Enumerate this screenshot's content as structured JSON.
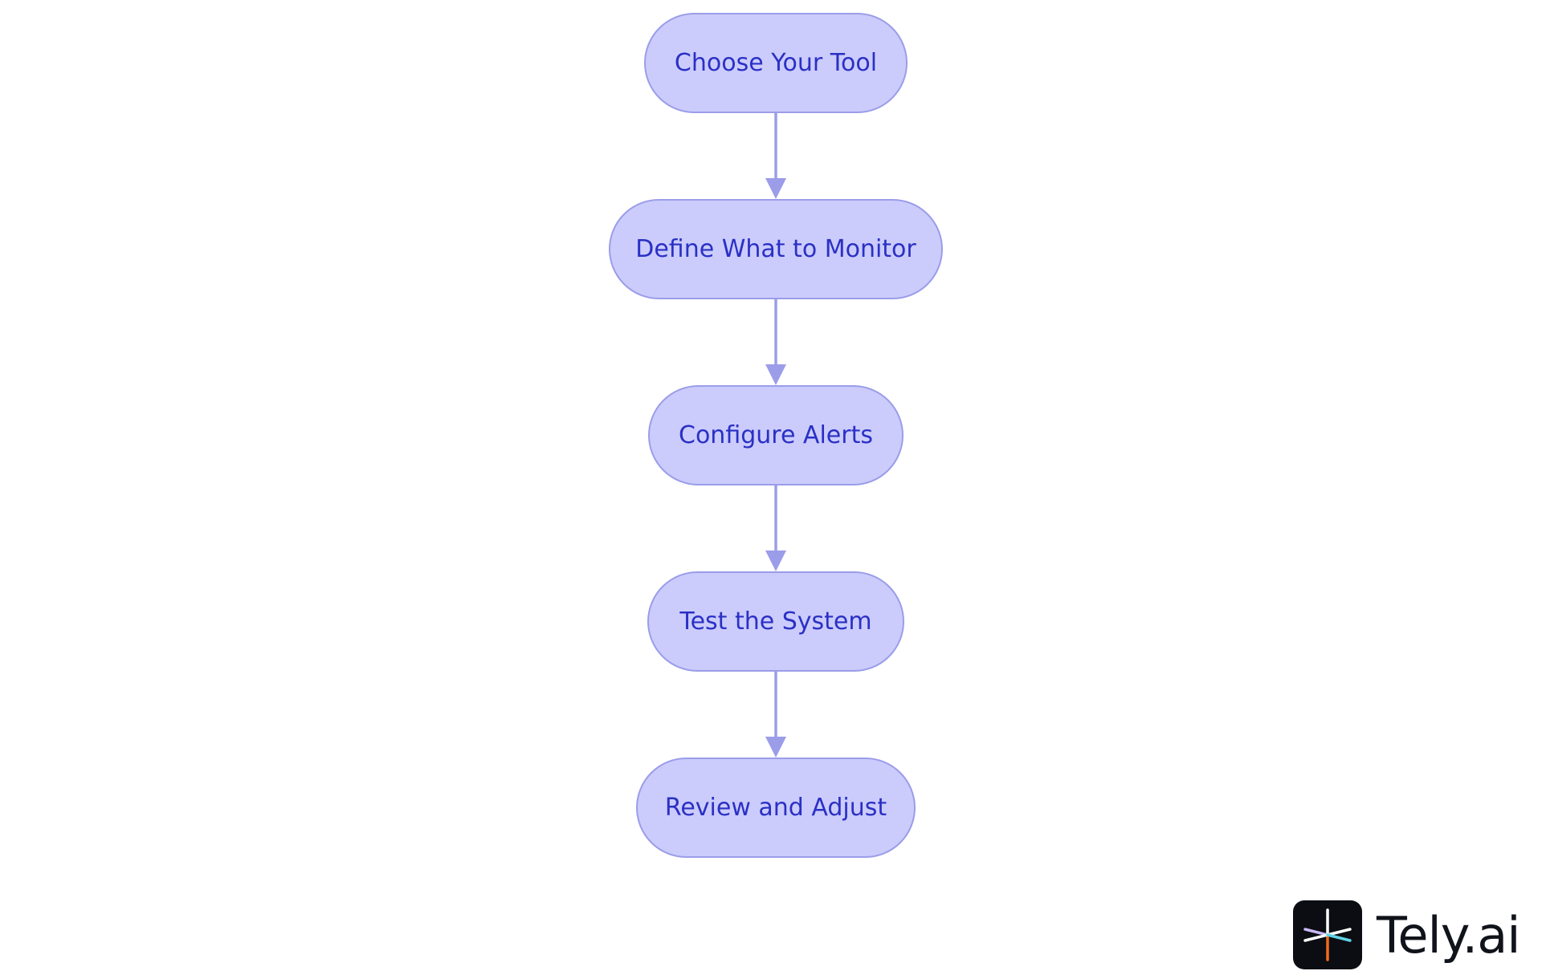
{
  "nodes": [
    "Choose Your Tool",
    "Define What to Monitor",
    "Configure Alerts",
    "Test the System",
    "Review and Adjust"
  ],
  "logo": {
    "text": "Tely.ai",
    "mark_icon": "tely-asterisk-icon"
  },
  "colors": {
    "node_fill": "#cbccfc",
    "node_border": "#9b9de9",
    "node_text": "#2b30c4",
    "arrow": "#9b9de9",
    "logo_bg": "#0b0d12"
  }
}
